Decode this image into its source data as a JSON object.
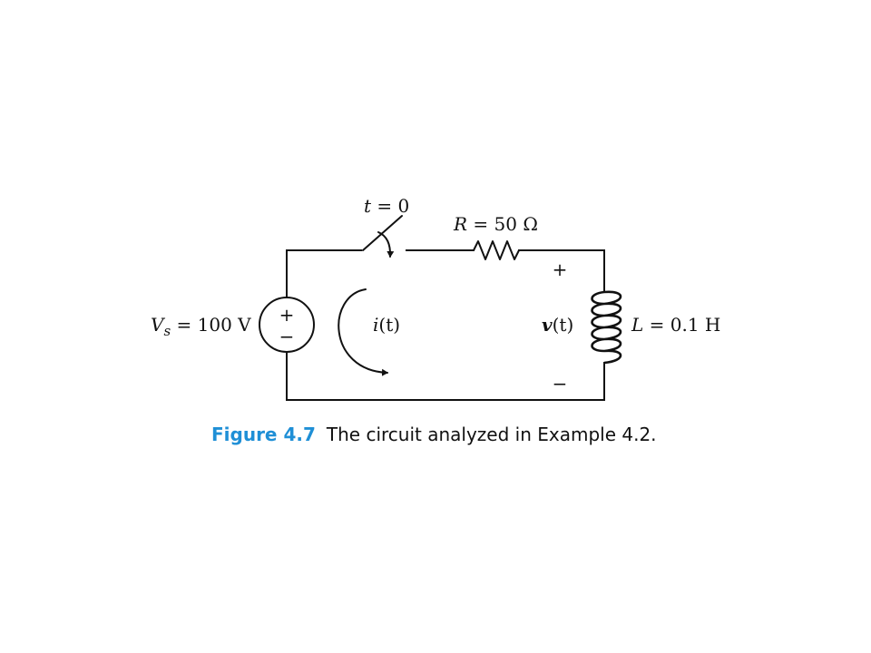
{
  "switch": {
    "var": "t",
    "eq": " = 0"
  },
  "resistor": {
    "var": "R",
    "eq": " = 50 Ω"
  },
  "source": {
    "var": "V",
    "sub": "s",
    "eq": " = 100 V",
    "plus": "+",
    "minus": "−"
  },
  "current": {
    "var": "i",
    "arg": "(t)"
  },
  "voltage": {
    "var": "v",
    "arg": "(t)",
    "plus": "+",
    "minus": "−"
  },
  "inductor": {
    "var": "L",
    "eq": " = 0.1 H"
  },
  "caption": {
    "number": "Figure 4.7",
    "text": "The circuit analyzed in Example 4.2."
  },
  "colors": {
    "caption_number": "#1f8fd6",
    "ink": "#111111"
  }
}
